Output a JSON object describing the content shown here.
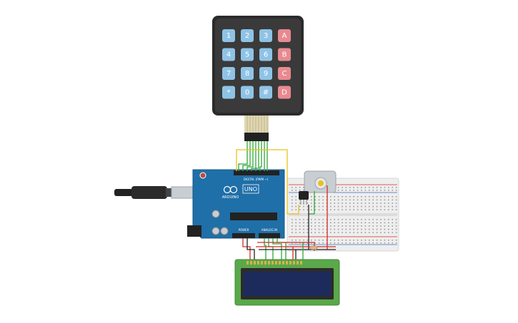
{
  "keypad": {
    "rows": [
      [
        "1",
        "2",
        "3",
        "A"
      ],
      [
        "4",
        "5",
        "6",
        "B"
      ],
      [
        "7",
        "8",
        "9",
        "C"
      ],
      [
        "*",
        "0",
        "#",
        "D"
      ]
    ],
    "digit_color": "#8fc3e6",
    "letter_color": "#e88a90",
    "body_color": "#2b2b2b"
  },
  "arduino": {
    "logo_text": "ARDUINO",
    "model_text": "UNO",
    "digital_label": "DIGITAL (PWM ~)",
    "power_label": "POWER",
    "analog_label": "ANALOG IN",
    "board_color": "#1f6fa8"
  },
  "lcd": {
    "pcb_color": "#5aa84a",
    "screen_color": "#1d2a5c"
  },
  "breadboard": {
    "color": "#eeeeee"
  },
  "motor": {
    "body_color": "#c9ced3"
  },
  "wires": {
    "green": "#2fa836",
    "yellow": "#e8c21a",
    "red": "#d52b24",
    "black": "#222222"
  }
}
